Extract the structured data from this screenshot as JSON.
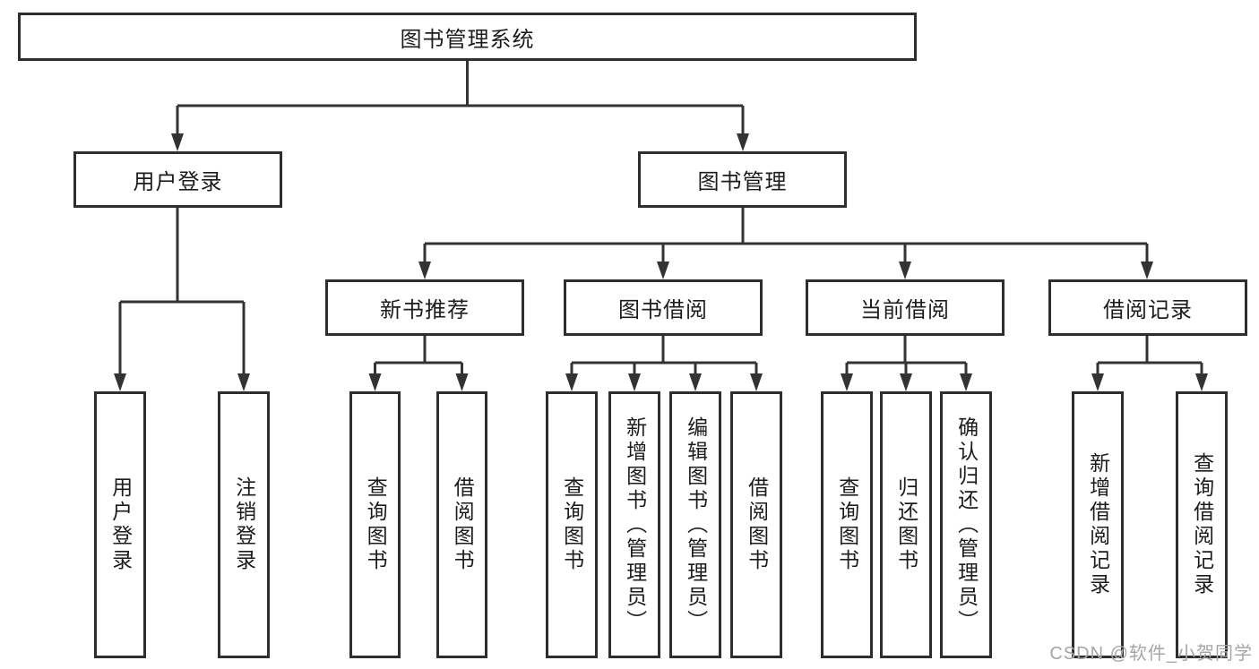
{
  "diagram": {
    "root": {
      "label": "图书管理系统"
    },
    "level2": {
      "user_login": "用户登录",
      "book_management": "图书管理"
    },
    "level3": {
      "new_book": "新书推荐",
      "book_borrow": "图书借阅",
      "current_borrow": "当前借阅",
      "borrow_record": "借阅记录"
    },
    "leaves": {
      "user_login": [
        "用户登录",
        "注销登录"
      ],
      "new_book": [
        "查询图书",
        "借阅图书"
      ],
      "book_borrow": [
        "查询图书",
        "新增图书（管理员）",
        "编辑图书（管理员）",
        "借阅图书"
      ],
      "current_borrow": [
        "查询图书",
        "归还图书",
        "确认归还（管理员）"
      ],
      "borrow_record": [
        "新增借阅记录",
        "查询借阅记录"
      ]
    }
  },
  "watermark": {
    "text": "CSDN @软件_小贺同学",
    "color": "#a6a6a6"
  },
  "colors": {
    "line": "#333333",
    "box_border": "#2e2e2e",
    "text": "#1c1c1c",
    "background": "#ffffff"
  }
}
